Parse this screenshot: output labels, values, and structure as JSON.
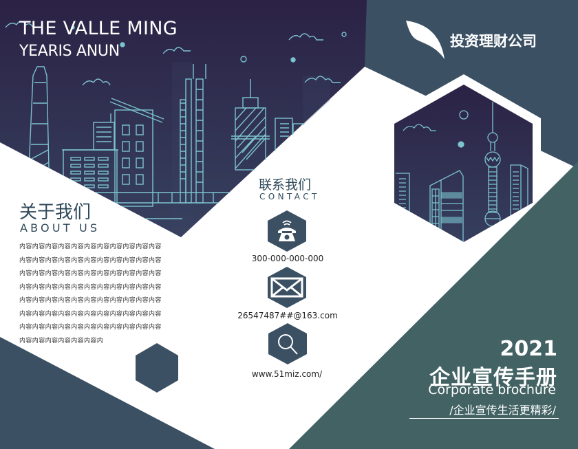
{
  "header": {
    "title": "THE VALLE MING",
    "subtitle": "YEARIS ANUN"
  },
  "logo": {
    "icon": "wing-leaf-icon",
    "company_name": "投资理财公司"
  },
  "about": {
    "title_cn": "关于我们",
    "title_en": "ABOUT US",
    "body_lines": [
      "内容内容内容内容内容内容内容内容内容内容内容",
      "内容内容内容内容内容内容内容内容内容内容内容",
      "内容内容内容内容内容内容内容内容内容内容内容",
      "内容内容内容内容内容内容内容内容内容内容内容",
      "内容内容内容内容内容内容内容内容内容内容内容",
      "内容内容内容内容内容内容内容内容内容内容内容",
      "内容内容内容内容内容内容内容内容内容内容内容",
      "内容内容内容内容内容内容内"
    ]
  },
  "contact": {
    "title_cn": "联系我们",
    "title_en": "CONTACT",
    "items": [
      {
        "icon": "telephone-icon",
        "text": "300-000-000-000"
      },
      {
        "icon": "envelope-icon",
        "text": "26547487##@163.com"
      },
      {
        "icon": "magnifier-icon",
        "text": "www.51miz.com/"
      }
    ]
  },
  "cover": {
    "year": "2021",
    "title_cn": "企业宣传手册",
    "title_en": "Corporate brochure",
    "slogan": "/企业宣传生活更精彩/"
  },
  "colors": {
    "night_purple": "#2c2446",
    "night_blue": "#353f60",
    "slate": "#3b5063",
    "teal": "#426263",
    "line_cyan": "#7cc3cf",
    "text_dark": "#2f4a5b",
    "white": "#ffffff"
  }
}
